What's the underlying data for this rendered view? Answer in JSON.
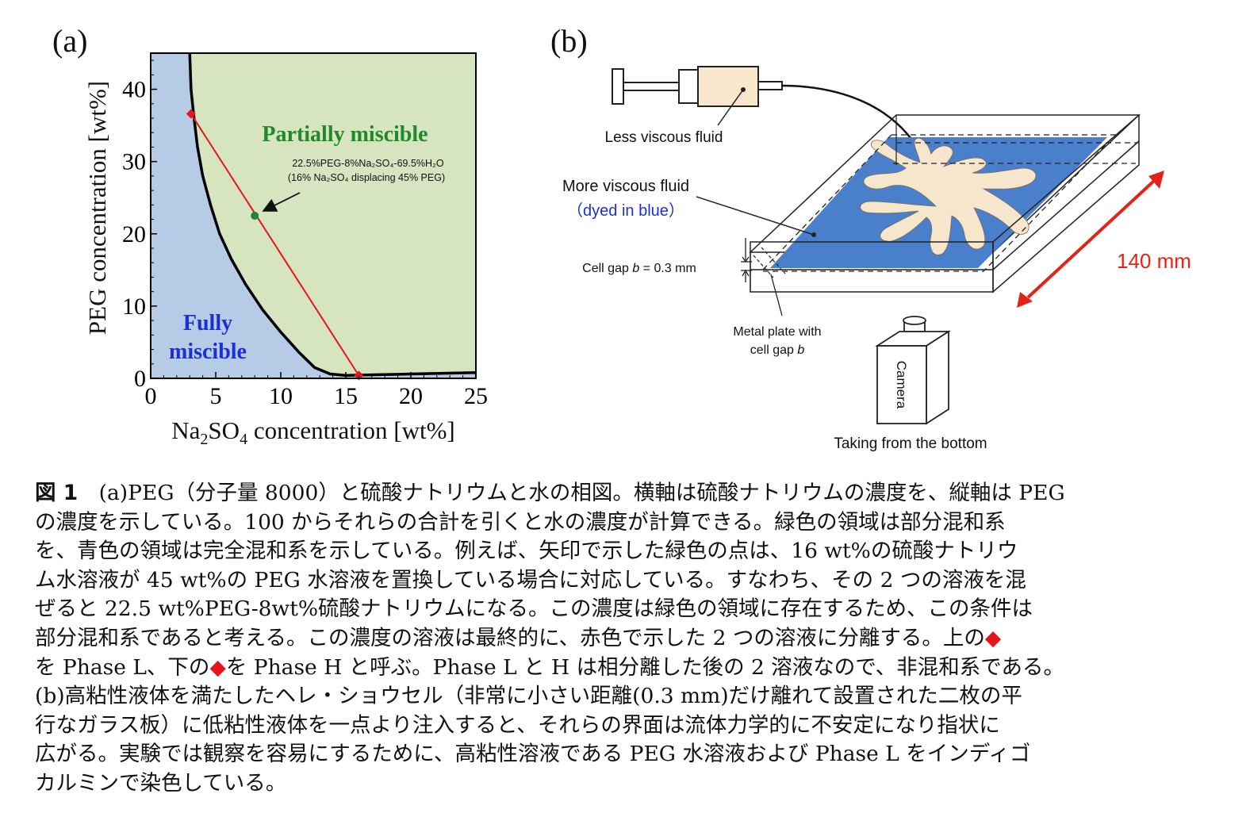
{
  "panel_a_label": "(a)",
  "panel_b_label": "(b)",
  "chart_data": {
    "type": "scatter",
    "title": "",
    "xlabel_main": "Na",
    "xlabel_sub1": "2",
    "xlabel_mid": "SO",
    "xlabel_sub2": "4",
    "xlabel_tail": " concentration [wt%]",
    "ylabel": "PEG concentration [wt%]",
    "xlim": [
      0,
      25
    ],
    "ylim": [
      0,
      45
    ],
    "xticks": [
      "0",
      "5",
      "10",
      "15",
      "20",
      "25"
    ],
    "yticks": [
      "0",
      "10",
      "20",
      "30",
      "40"
    ],
    "binodal_curve": [
      [
        3.0,
        45
      ],
      [
        3.1,
        40
      ],
      [
        3.3,
        36.5
      ],
      [
        3.6,
        32
      ],
      [
        4.0,
        28
      ],
      [
        4.6,
        24
      ],
      [
        5.3,
        20
      ],
      [
        6.2,
        16.5
      ],
      [
        7.3,
        13
      ],
      [
        8.6,
        9.5
      ],
      [
        10.0,
        6.4
      ],
      [
        11.4,
        3.6
      ],
      [
        12.6,
        1.5
      ],
      [
        13.8,
        0.6
      ],
      [
        15.0,
        0.4
      ],
      [
        16.0,
        0.45
      ],
      [
        20.0,
        0.6
      ],
      [
        25.0,
        0.8
      ]
    ],
    "tie_line": {
      "x": [
        3.1,
        16.0
      ],
      "y": [
        36.6,
        0.4
      ],
      "color": "#e8141b"
    },
    "phase_points": [
      {
        "x": 3.1,
        "y": 36.6
      },
      {
        "x": 16.0,
        "y": 0.4
      }
    ],
    "mixture_point": {
      "x": 8.0,
      "y": 22.5,
      "color": "#1a8a3a"
    },
    "regions": {
      "partially_label": "Partially  miscible",
      "partially_color": "#d6e4bf",
      "fully_label_1": "Fully",
      "fully_label_2": "miscible",
      "fully_color": "#b6cbe6"
    },
    "annotation_line1": "22.5%PEG-8%Na₂SO₄-69.5%H₂O",
    "annotation_line2": "(16% Na₂SO₄ displacing 45% PEG)"
  },
  "diagram_b": {
    "less_viscous": "Less viscous fluid",
    "more_viscous": "More viscous fluid",
    "dyed": "（dyed in blue）",
    "cell_gap_prefix": "Cell gap ",
    "cell_gap_var": "b",
    "cell_gap_suffix": " = 0.3 mm",
    "metal_plate_1": "Metal plate with",
    "metal_plate_2a": "cell gap ",
    "metal_plate_2b": "b",
    "size": "140 mm",
    "camera": "Camera",
    "taking": "Taking from the bottom",
    "fluid_color": "#4a7fcc",
    "finger_color": "#f6e6cc",
    "arrow_color": "#e2231a"
  },
  "caption": {
    "fig_label": "図 1",
    "line1": "　(a)PEG（分子量 8000）と硫酸ナトリウムと水の相図。横軸は硫酸ナトリウムの濃度を、縦軸は PEG",
    "line2": "の濃度を示している。100 からそれらの合計を引くと水の濃度が計算できる。緑色の領域は部分混和系",
    "line3": "を、青色の領域は完全混和系を示している。例えば、矢印で示した緑色の点は、16 wt%の硫酸ナトリウ",
    "line4": "ム水溶液が 45 wt%の PEG 水溶液を置換している場合に対応している。すなわち、その 2 つの溶液を混",
    "line5": "ぜると 22.5 wt%PEG-8wt%硫酸ナトリウムになる。この濃度は緑色の領域に存在するため、この条件は",
    "line6a": "部分混和系であると考える。この濃度の溶液は最終的に、赤色で示した 2 つの溶液に分離する。上の",
    "diamond": "◆",
    "line7a": "を Phase L、下の",
    "line7b": "を Phase H と呼ぶ。Phase L と H は相分離した後の 2 溶液なので、非混和系である。",
    "line8": "(b)高粘性液体を満たしたヘレ・ショウセル（非常に小さい距離(0.3 mm)だけ離れて設置された二枚の平",
    "line9": "行なガラス板）に低粘性液体を一点より注入すると、それらの界面は流体力学的に不安定になり指状に",
    "line10": "広がる。実験では観察を容易にするために、高粘性溶液である PEG 水溶液および Phase L をインディゴ",
    "line11": "カルミンで染色している。"
  }
}
